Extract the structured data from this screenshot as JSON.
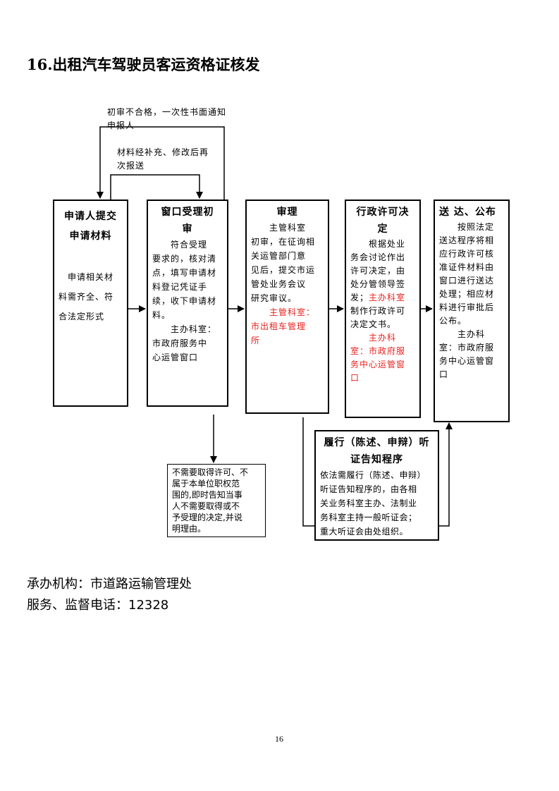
{
  "title": "16.出租汽车驾驶员客运资格证核发",
  "notes": {
    "reject": "初审不合格，一次性书面通知\n申报人",
    "resubmit": "材料经补充、修改后再\n次报送"
  },
  "boxes": {
    "apply": {
      "title": "申请人提交\n申请材料",
      "body": "　申请相关材\n料需齐全、符\n合法定形式"
    },
    "window": {
      "title": "窗口受理初\n审",
      "body": "　　符合受理\n要求的，核对清\n点，填写申请材\n料登记凭证手\n续，收下申请材\n料。",
      "owner": "　　主办科室：\n市政府服务中\n心运管窗口"
    },
    "review": {
      "title": "审理",
      "body": "　　主管科室\n初审，在征询相\n关运管部门意\n见后，提交市运\n管处业务会议\n研究审议。",
      "owner": "　　主管科室：\n市出租车管理\n所"
    },
    "decision": {
      "title": "行政许可决\n定",
      "body1": "　　根据处业\n务会讨论作出\n许可决定，由\n处分管领导签\n发；",
      "body_red": "主办科室",
      "body2": "\n制作行政许可\n决定文书。",
      "owner": "　　主办科\n室：市政府服\n务中心运管窗\n口"
    },
    "deliver": {
      "title": "送 达、公布",
      "body": "　　按照法定\n送达程序将相\n应行政许可核\n准证件材料由\n窗口进行送达\n处理；相应材\n料进行审批后\n公布。",
      "owner": "　　主办科\n室：市政府服\n务中心运管窗\n口"
    },
    "not_required": {
      "body": "不需要取得许可、不\n属于本单位职权范\n围的,即时告知当事\n人不需要取得或不\n予受理的决定,并说\n明理由。"
    },
    "hearing": {
      "title": "履行（陈述、申辩）听\n证告知程序",
      "body": "依法需履行（陈述、申辩）\n听证告知程序的，由各相\n关业务科室主办、法制业\n务科室主持一般听证会；\n重大听证会由处组织。"
    }
  },
  "footer": {
    "agency": "承办机构：市道路运输管理处",
    "phone": "服务、监督电话：12328"
  },
  "page_number": "16",
  "colors": {
    "red": "#e8231f"
  }
}
